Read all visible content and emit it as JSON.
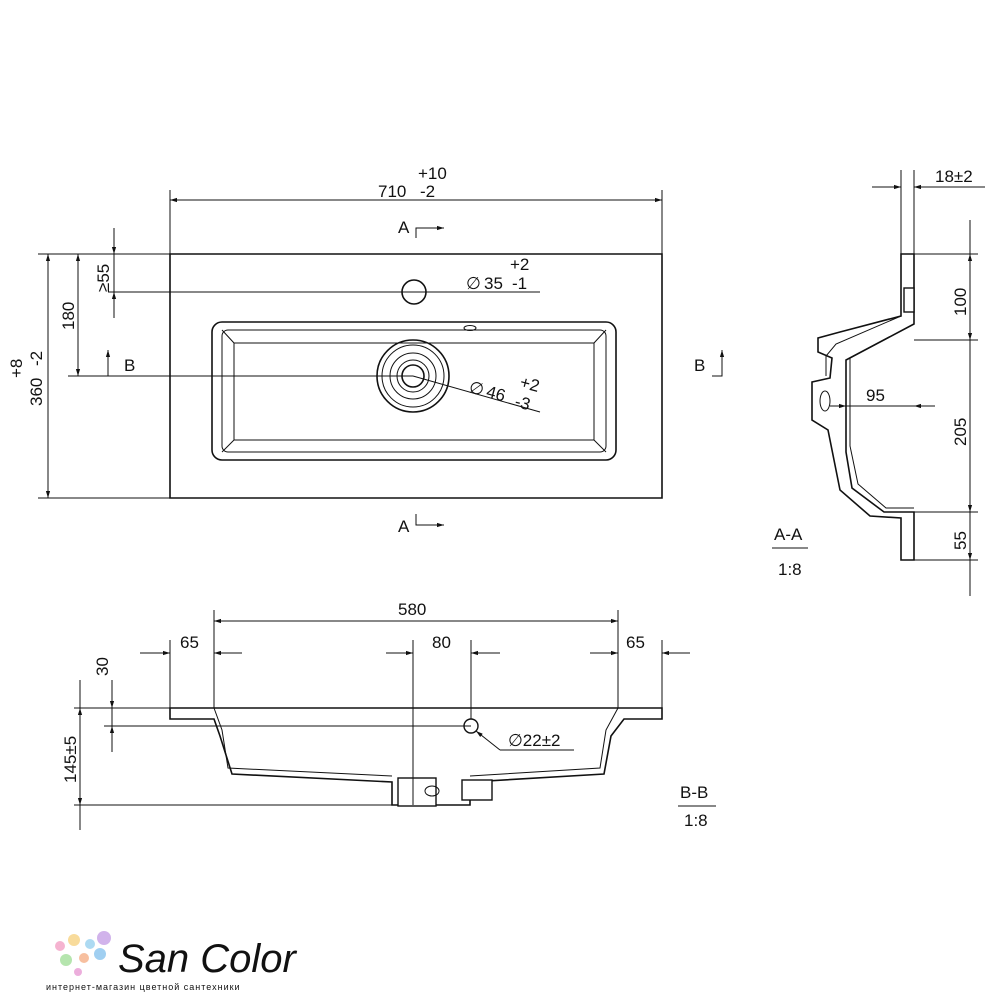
{
  "top_view": {
    "width_dim": {
      "value": "710",
      "upper_tol": "+10",
      "lower_tol": "-2"
    },
    "depth_dim": {
      "value": "360",
      "upper_tol": "+8",
      "lower_tol": "-2"
    },
    "dim_180": "180",
    "dim_55": "≥55",
    "tap_hole": {
      "value": "35",
      "upper_tol": "+2",
      "lower_tol": "-1"
    },
    "drain_hole": {
      "value": "46",
      "upper_tol": "+2",
      "lower_tol": "-3"
    },
    "section_a_marker": "A",
    "section_b_marker": "B"
  },
  "section_aa": {
    "title": "A-A",
    "scale": "1:8",
    "dim_thickness": "18±2",
    "dim_100": "100",
    "dim_205": "205",
    "dim_55": "55",
    "dim_95": "95"
  },
  "section_bb": {
    "title": "B-B",
    "scale": "1:8",
    "dim_580": "580",
    "dim_65_left": "65",
    "dim_65_right": "65",
    "dim_80": "80",
    "dim_30": "30",
    "dim_145": "145±5",
    "overflow_hole": "∅22±2"
  },
  "watermark": {
    "name": "San Color",
    "tagline": "интернет-магазин цветной сантехники",
    "dot_colors": [
      "#f3a6c8",
      "#f7d58a",
      "#9fd3f0",
      "#c9a6e8",
      "#a8e0a0",
      "#f6b48e",
      "#8fc7ee",
      "#e9a0d6"
    ]
  }
}
